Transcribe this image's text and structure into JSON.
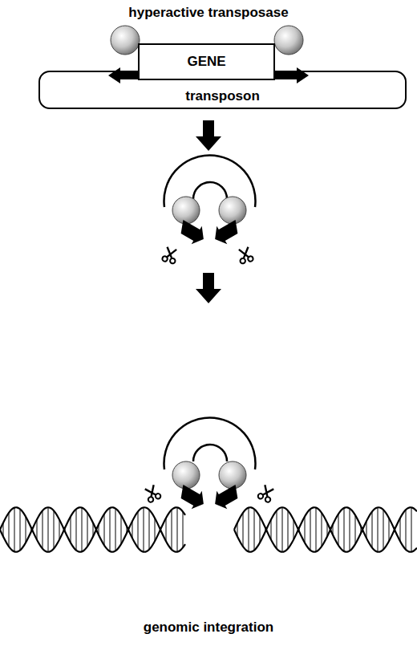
{
  "diagram": {
    "title": "hyperactive transposase",
    "caption": "genomic integration",
    "nodes": [
      {
        "text": [
          "transposon"
        ]
      },
      {
        "text": [
          "GENE"
        ]
      }
    ]
  }
}
